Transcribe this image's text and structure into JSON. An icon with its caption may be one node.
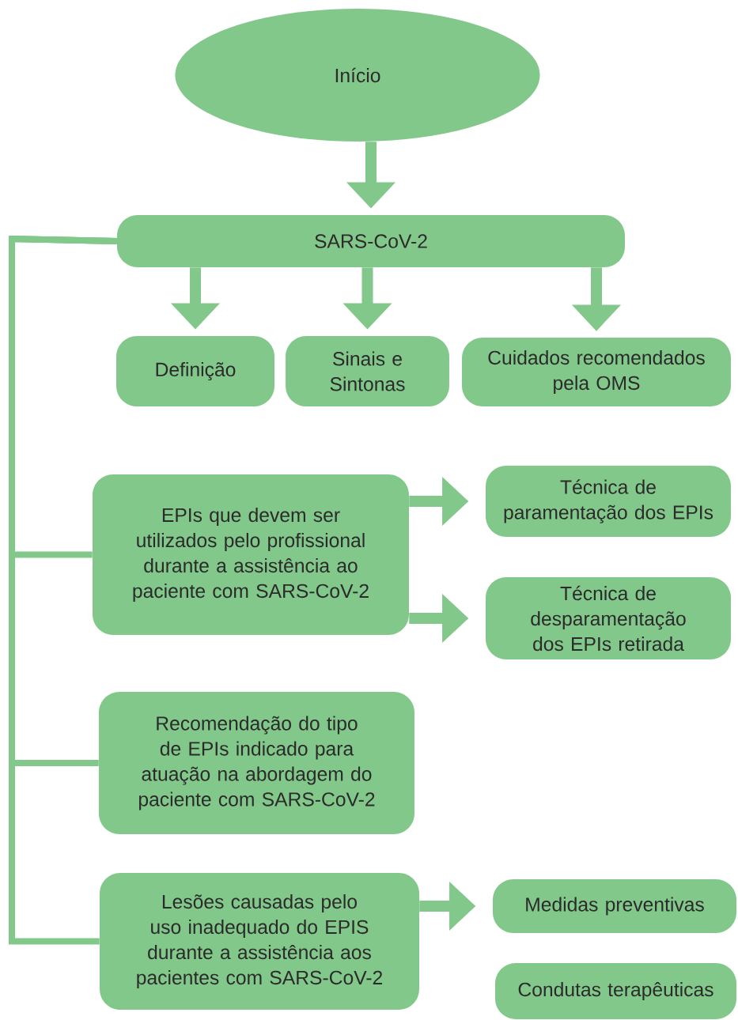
{
  "diagram": {
    "nodes": [
      {
        "text": [
          "Início"
        ]
      },
      {
        "text": [
          "SARS-CoV-2"
        ]
      },
      {
        "text": [
          "Definição"
        ]
      },
      {
        "text": [
          "Sinais e Sintonas"
        ]
      },
      {
        "text": [
          "Cuidados recomendados pela OMS"
        ]
      },
      {
        "text": [
          "EPIs que devem ser utilizados pelo profissional durante a assistência ao paciente com SARS-CoV-2"
        ]
      },
      {
        "text": [
          "Técnica de paramentação dos EPIs"
        ]
      },
      {
        "text": [
          "Técnica de desparamentação dos EPIs retirada"
        ]
      },
      {
        "text": [
          "Recomendação do tipo de EPIs indicado para atuação na abordagem do paciente com SARS-CoV-2"
        ]
      },
      {
        "text": [
          "Lesões causadas pelo uso inadequado do EPIS durante a assistência aos pacientes com SARS-CoV-2"
        ]
      },
      {
        "text": [
          "Medidas preventivas"
        ]
      },
      {
        "text": [
          "Condutas terapêuticas"
        ]
      }
    ],
    "edges": [
      {
        "from": 0,
        "to": 1,
        "arrow": "to"
      },
      {
        "from": 1,
        "to": 2,
        "arrow": "to"
      },
      {
        "from": 1,
        "to": 3,
        "arrow": "to"
      },
      {
        "from": 1,
        "to": 4,
        "arrow": "to"
      },
      {
        "from": 1,
        "to": 5,
        "arrow": "none"
      },
      {
        "from": 1,
        "to": 8,
        "arrow": "none"
      },
      {
        "from": 1,
        "to": 9,
        "arrow": "none"
      },
      {
        "from": 5,
        "to": 6,
        "arrow": "to"
      },
      {
        "from": 5,
        "to": 7,
        "arrow": "to"
      },
      {
        "from": 9,
        "to": 10,
        "arrow": "to"
      }
    ]
  }
}
